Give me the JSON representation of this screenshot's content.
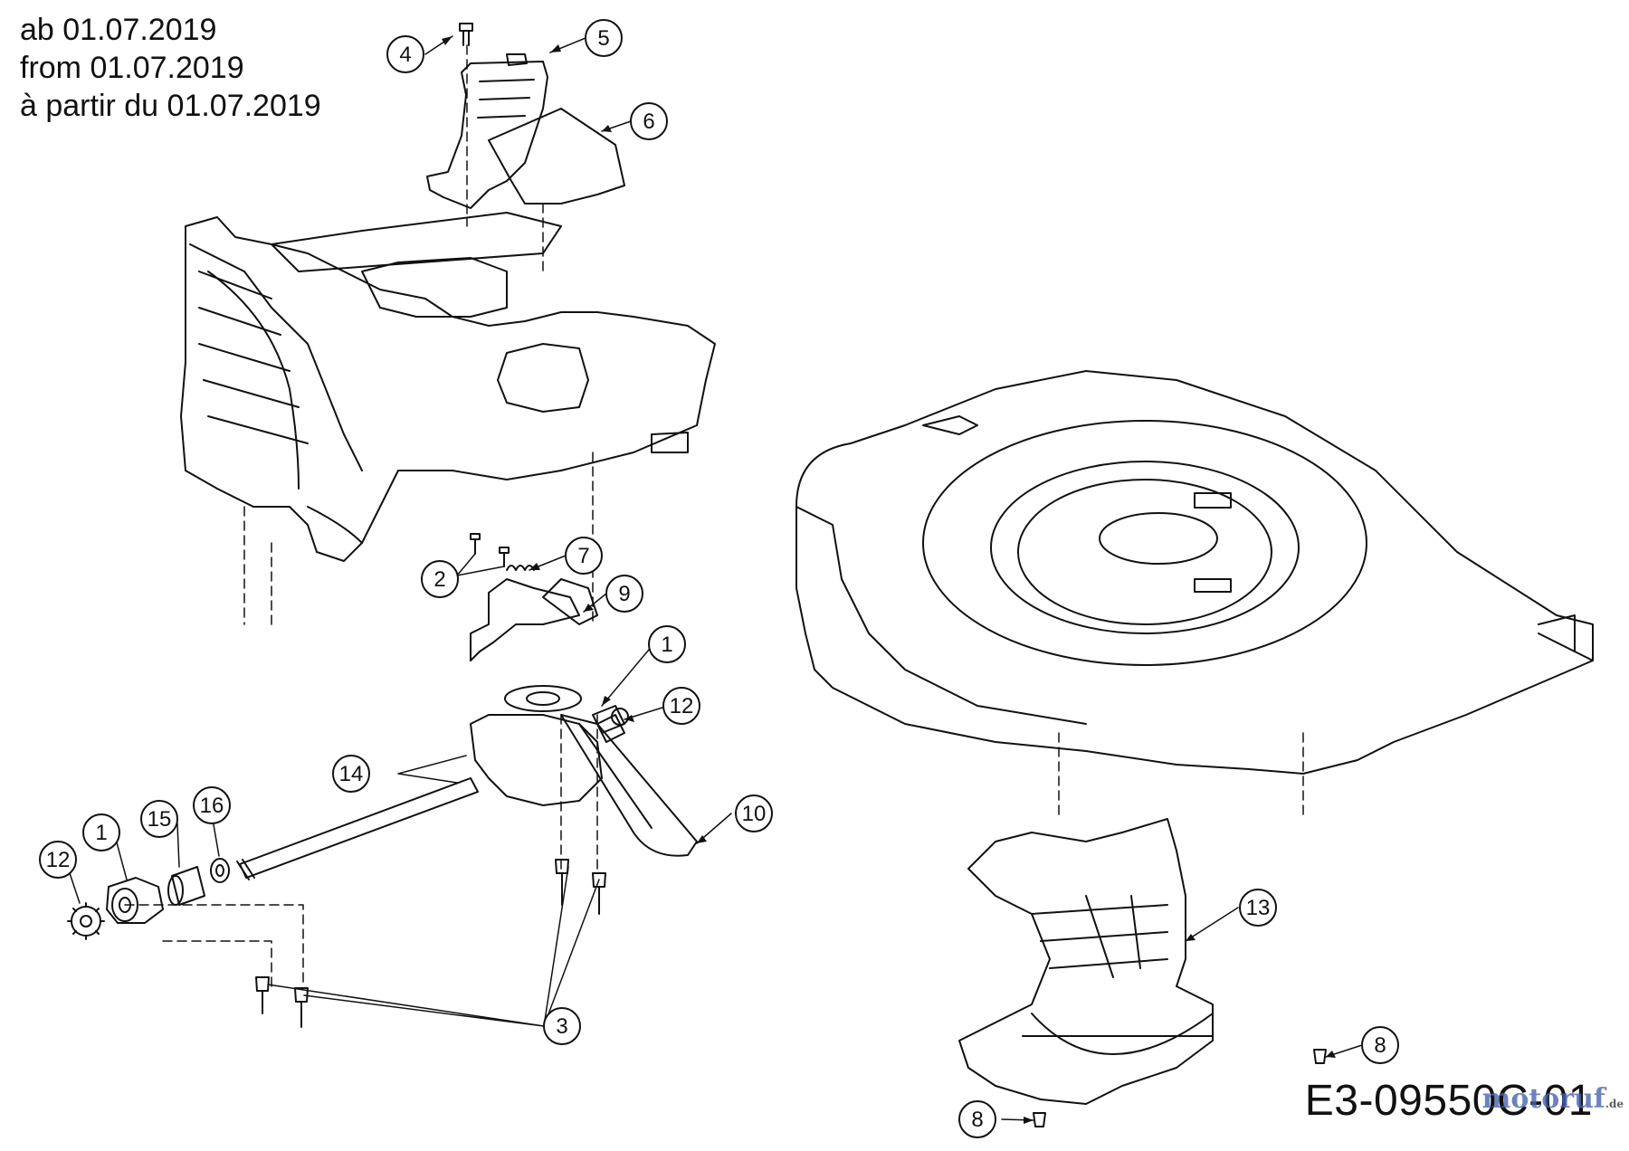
{
  "header": {
    "lines": [
      "ab 01.07.2019",
      "from 01.07.2019",
      "à partir du 01.07.2019"
    ]
  },
  "diagram_code": "E3-09550C-01",
  "watermark": {
    "brand": "motoruf",
    "suffix": ".de"
  },
  "callouts": [
    {
      "id": "c4",
      "label": "4"
    },
    {
      "id": "c5",
      "label": "5"
    },
    {
      "id": "c6",
      "label": "6"
    },
    {
      "id": "c7",
      "label": "7"
    },
    {
      "id": "c2",
      "label": "2"
    },
    {
      "id": "c9",
      "label": "9"
    },
    {
      "id": "c1a",
      "label": "1"
    },
    {
      "id": "c12a",
      "label": "12"
    },
    {
      "id": "c14",
      "label": "14"
    },
    {
      "id": "c10",
      "label": "10"
    },
    {
      "id": "c16",
      "label": "16"
    },
    {
      "id": "c15",
      "label": "15"
    },
    {
      "id": "c1b",
      "label": "1"
    },
    {
      "id": "c12b",
      "label": "12"
    },
    {
      "id": "c3",
      "label": "3"
    },
    {
      "id": "c13",
      "label": "13"
    },
    {
      "id": "c8a",
      "label": "8"
    },
    {
      "id": "c8b",
      "label": "8"
    }
  ]
}
